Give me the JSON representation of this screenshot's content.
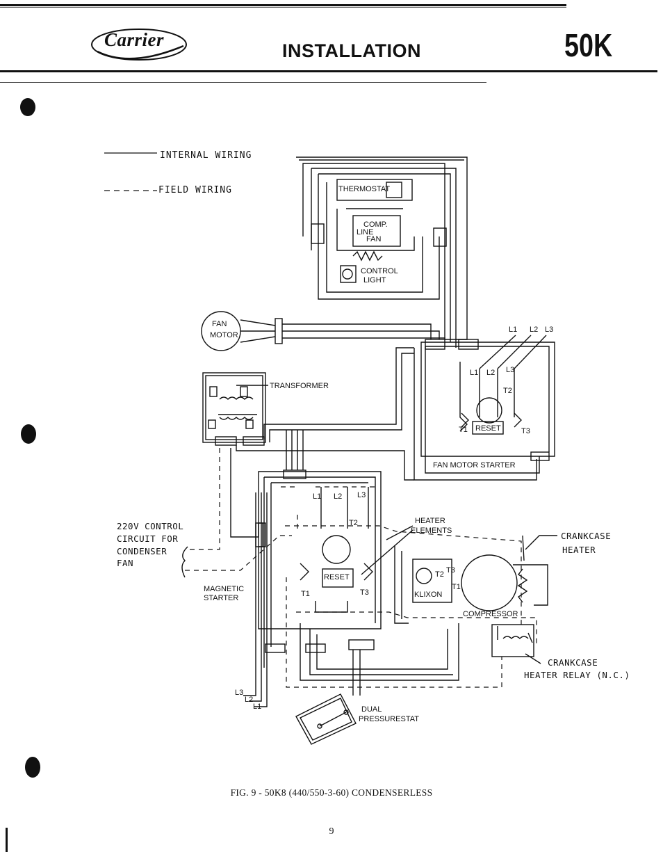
{
  "header": {
    "logo_text": "Carrier",
    "title": "INSTALLATION",
    "model": "50K"
  },
  "legend": {
    "internal": "INTERNAL  WIRING",
    "field": "FIELD  WIRING"
  },
  "labels": {
    "thermostat": "THERMOSTAT",
    "comp": "COMP.",
    "line": "LINE",
    "fan": "FAN",
    "control_light_1": "CONTROL",
    "control_light_2": "LIGHT",
    "fan_motor_1": "FAN",
    "fan_motor_2": "MOTOR",
    "transformer": "TRANSFORMER",
    "fan_motor_starter": "FAN MOTOR STARTER",
    "l1": "L1",
    "l2": "L2",
    "l3": "L3",
    "t1": "T1",
    "t2": "T2",
    "t3": "T3",
    "reset": "RESET",
    "heater_elements_1": "HEATER",
    "heater_elements_2": "ELEMENTS",
    "crankcase_heater_1": "CRANKCASE",
    "crankcase_heater_2": "HEATER",
    "control_circuit_1": "220V CONTROL",
    "control_circuit_2": "CIRCUIT FOR",
    "control_circuit_3": "CONDENSER",
    "control_circuit_4": "FAN",
    "magnetic_starter_1": "MAGNETIC",
    "magnetic_starter_2": "STARTER",
    "klixon": "KLIXON",
    "compressor": "COMPRESSOR",
    "crankcase_relay_1": "CRANKCASE",
    "crankcase_relay_2": "HEATER  RELAY (N.C.)",
    "dual_pressurestat_1": "DUAL",
    "dual_pressurestat_2": "PRESSURESTAT",
    "supply_l1": "L1",
    "supply_l2": "L2",
    "supply_l3": "L3"
  },
  "caption": "FIG. 9 - 50K8 (440/550-3-60) CONDENSERLESS",
  "page_number": "9"
}
